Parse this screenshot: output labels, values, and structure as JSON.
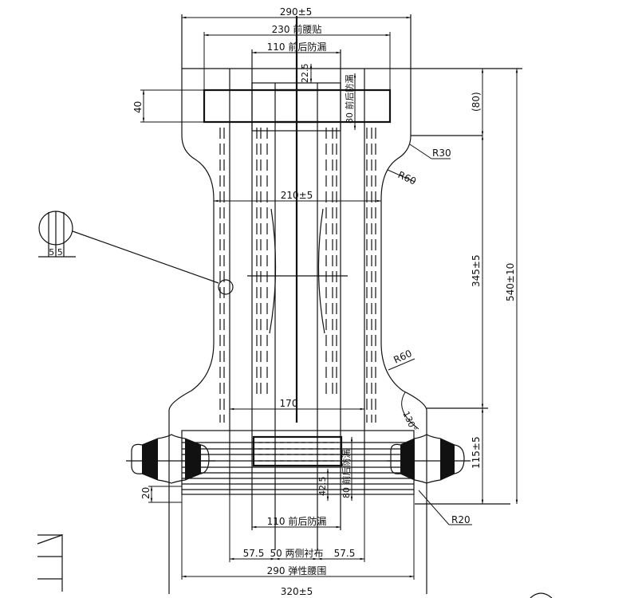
{
  "drawing": {
    "title": "Diaper product dimension drawing",
    "stroke_color": "#111111",
    "background": "#ffffff",
    "dimensions": {
      "top_total_width": "290±5",
      "front_waist_tape": "230 前腰贴",
      "top_leak_guard": "110 前后防漏",
      "top_small_offset": "22.5",
      "top_leak_guard_height": "80 前后防漏",
      "front_tape_height": "40",
      "front_ear_height": "(80)",
      "radius_upper_outer": "R30",
      "radius_upper_inner": "R60",
      "core_width": "210±5",
      "core_length": "345±5",
      "total_length": "540±10",
      "radius_lower": "R60",
      "angle": "130°",
      "inner_width": "170",
      "back_ear_height": "115±5",
      "tab_offset": "20",
      "back_leak_offset": "42.5",
      "bottom_leak_guard_height": "80 前后防漏",
      "radius_back": "R20",
      "bottom_leak_guard": "110 前后防漏",
      "side_left": "57.5",
      "side_center": "50 两侧衬布",
      "side_right": "57.5",
      "elastic_waist": "290 弹性腰围",
      "bottom_total_width": "320±5",
      "detail_spacing": "5 5"
    }
  }
}
